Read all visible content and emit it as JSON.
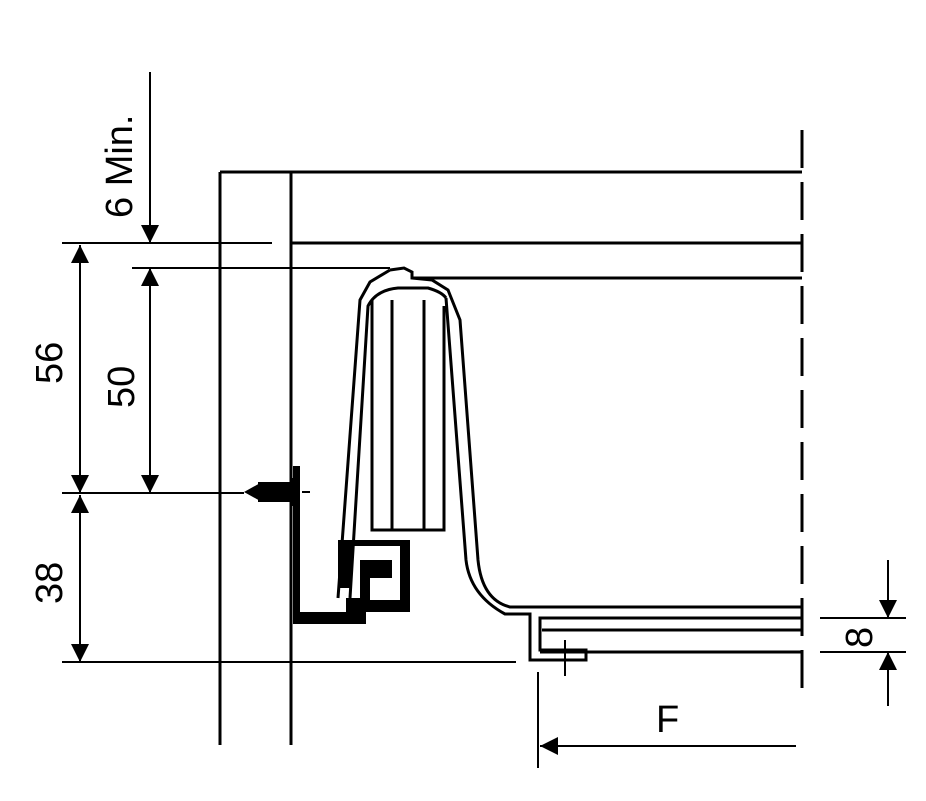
{
  "diagram": {
    "dimensions": {
      "min_clearance": "6 Min.",
      "height_56": "56",
      "height_50": "50",
      "height_38": "38",
      "thickness_8": "8",
      "offset_F": "F"
    }
  }
}
